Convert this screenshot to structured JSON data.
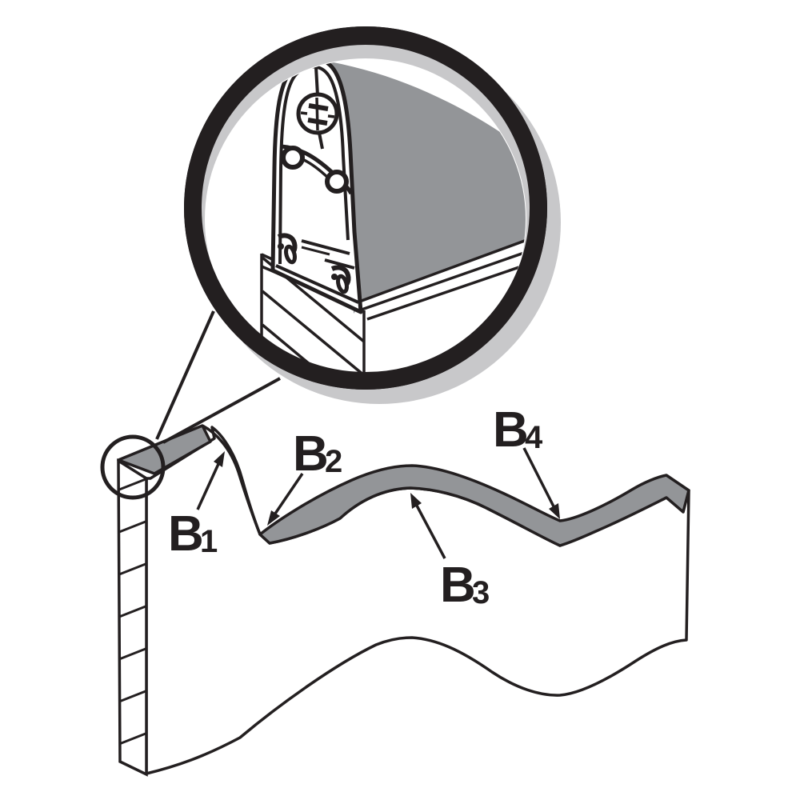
{
  "figure": {
    "labels": [
      {
        "base": "B",
        "sub": "1"
      },
      {
        "base": "B",
        "sub": "2"
      },
      {
        "base": "B",
        "sub": "3"
      },
      {
        "base": "B",
        "sub": "4"
      }
    ]
  },
  "colors": {
    "ink": "#231f20",
    "gray": "#939598",
    "shadow": "#c8c8ca",
    "bg": "#ffffff"
  }
}
